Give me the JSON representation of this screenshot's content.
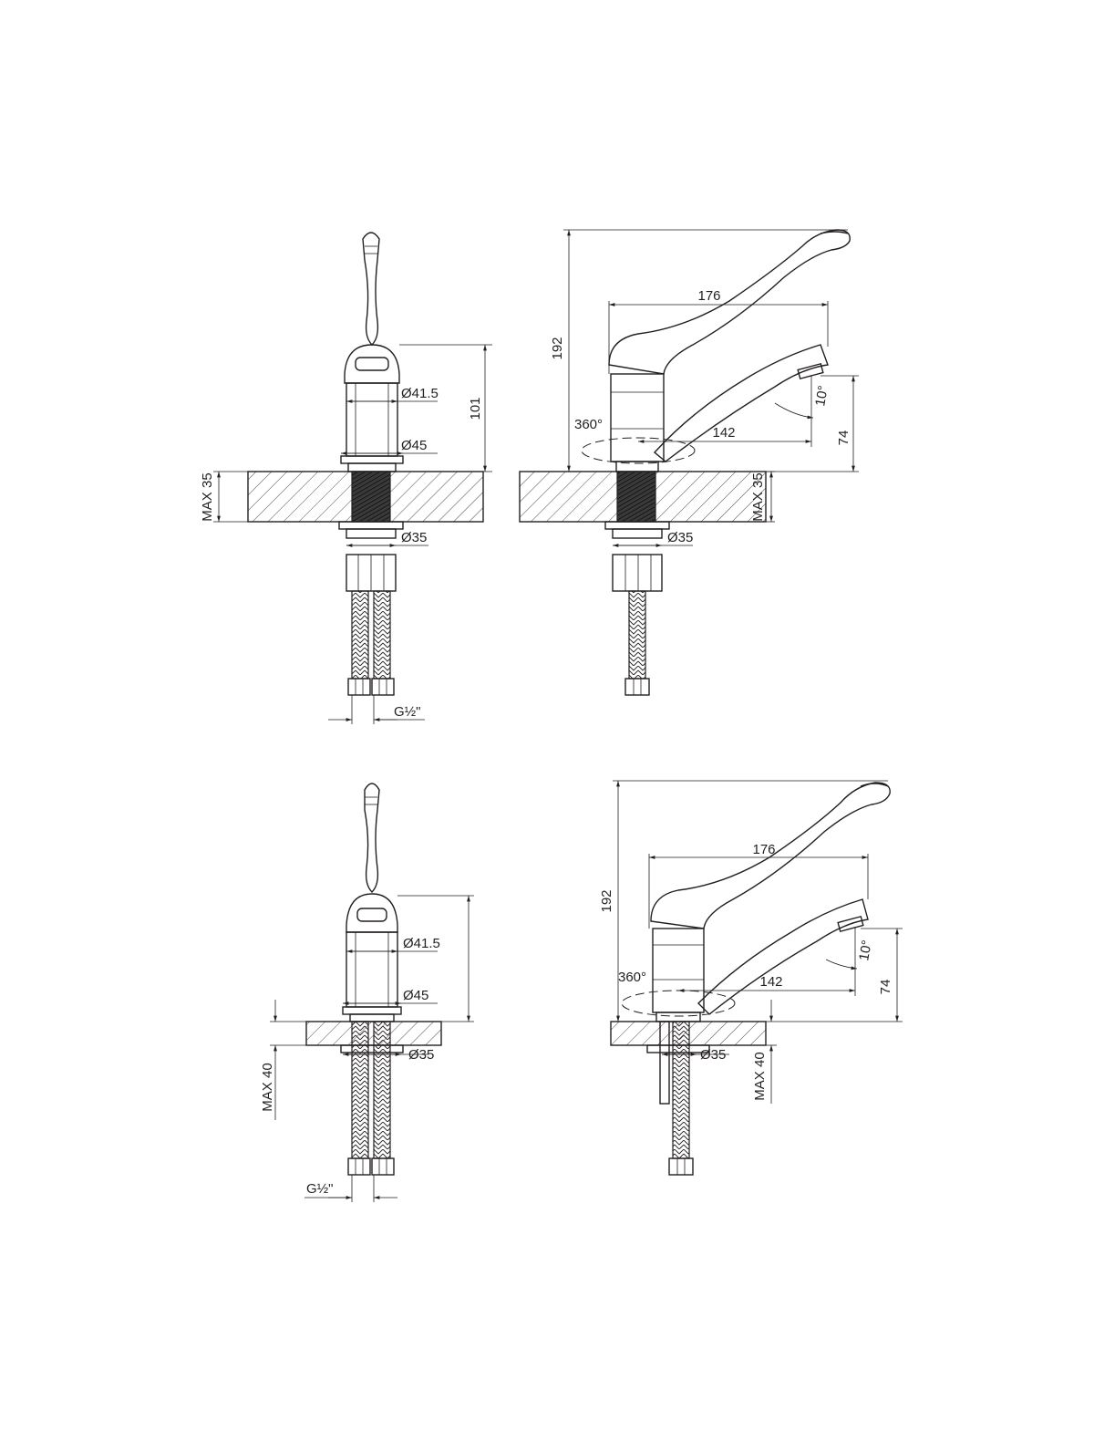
{
  "views": {
    "front_top": {
      "d_41_5": "Ø41.5",
      "d_45": "Ø45",
      "h_101": "101",
      "max35": "MAX 35",
      "d_35": "Ø35",
      "g_half": "G½\""
    },
    "side_top": {
      "w_176": "176",
      "h_192": "192",
      "rot_360": "360°",
      "r_142": "142",
      "a_10": "10°",
      "h_74": "74",
      "max35": "MAX 35",
      "d_35": "Ø35"
    },
    "front_bottom": {
      "d_41_5": "Ø41.5",
      "d_45": "Ø45",
      "max40": "MAX 40",
      "d_35": "Ø35",
      "g_half": "G½\""
    },
    "side_bottom": {
      "w_176": "176",
      "h_192": "192",
      "rot_360": "360°",
      "r_142": "142",
      "a_10": "10°",
      "h_74": "74",
      "max40": "MAX 40",
      "d_35": "Ø35"
    }
  }
}
